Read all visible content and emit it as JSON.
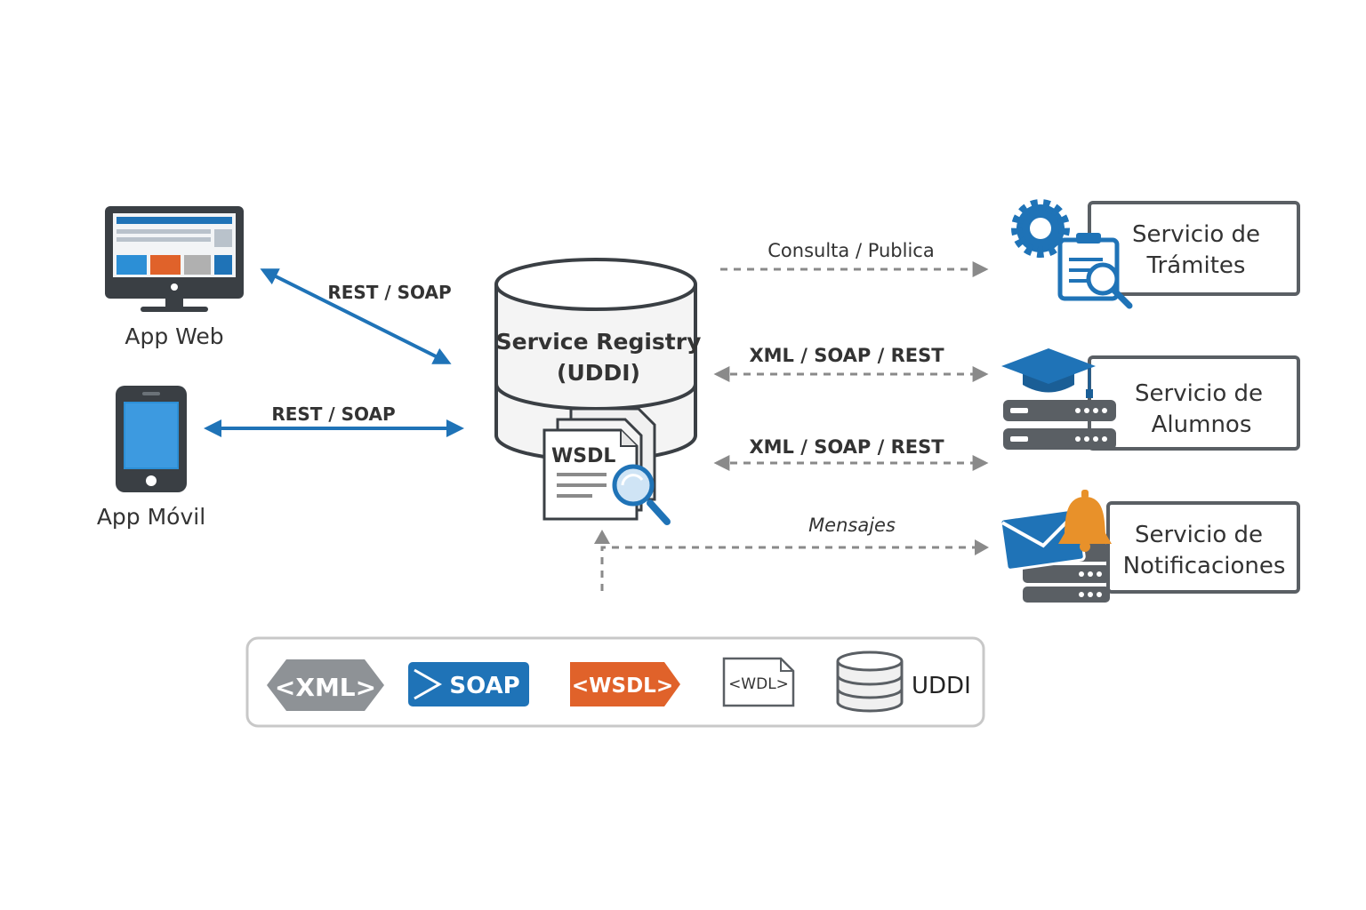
{
  "clients": {
    "web": {
      "label": "App Web"
    },
    "mobile": {
      "label": "App Móvil"
    }
  },
  "connections": {
    "web_protocol": "REST / SOAP",
    "mobile_protocol": "REST / SOAP",
    "tramites_link": "Consulta / Publica",
    "alumnos_link": "XML / SOAP / REST",
    "notifs_link": "XML / SOAP / REST",
    "mensajes_link": "Mensajes"
  },
  "registry": {
    "title_line1": "Service Registry",
    "title_line2": "(UDDI)",
    "wsdl_label": "WSDL"
  },
  "services": {
    "tramites": {
      "line1": "Servicio de",
      "line2": "Trámites"
    },
    "alumnos": {
      "line1": "Servicio de",
      "line2": "Alumnos"
    },
    "notificaciones": {
      "line1": "Servicio de",
      "line2": "Notificaciones"
    }
  },
  "legend": {
    "xml": "<XML>",
    "soap": "SOAP",
    "wsdl": "<WSDL>",
    "wdl": "<WDL>",
    "uddi": "UDDI"
  },
  "colors": {
    "blue": "#1f73b7",
    "dark": "#3a3f44",
    "gray": "#8a8a8a",
    "orange": "#e0622a",
    "bell": "#e8912a"
  }
}
